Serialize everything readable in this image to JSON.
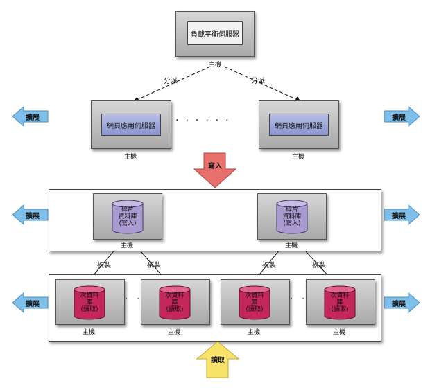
{
  "load_balancer": {
    "label": "負載平衡伺服器",
    "host": "主機"
  },
  "dispatch": {
    "left": "分派",
    "right": "分派"
  },
  "web_servers": [
    {
      "label": "網頁應用伺服器",
      "host": "主機"
    },
    {
      "label": "網頁應用伺服器",
      "host": "主機"
    }
  ],
  "scale": {
    "label": "擴展"
  },
  "write": {
    "label": "寫入"
  },
  "read": {
    "label": "讀取"
  },
  "shards": [
    {
      "line1": "碎片",
      "line2": "資料庫",
      "line3": "(寫入)",
      "host": "主機"
    },
    {
      "line1": "碎片",
      "line2": "資料庫",
      "line3": "(寫入)",
      "host": "主機"
    }
  ],
  "replicate": {
    "label": "複製"
  },
  "replicas": [
    {
      "line1": "次資料",
      "line2": "庫",
      "line3": "(讀取)",
      "host": "主機"
    },
    {
      "line1": "次資料",
      "line2": "庫",
      "line3": "(讀取)",
      "host": "主機"
    },
    {
      "line1": "次資料",
      "line2": "庫",
      "line3": "(讀取)",
      "host": "主機"
    },
    {
      "line1": "次資料",
      "line2": "庫",
      "line3": "(讀取)",
      "host": "主機"
    }
  ],
  "colors": {
    "scale_arrow": "#7fc0ea",
    "write_arrow": "#e8706c",
    "read_arrow": "#f7e36a",
    "shard_db": "#a99ad0",
    "replica_db": "#c4275a"
  }
}
